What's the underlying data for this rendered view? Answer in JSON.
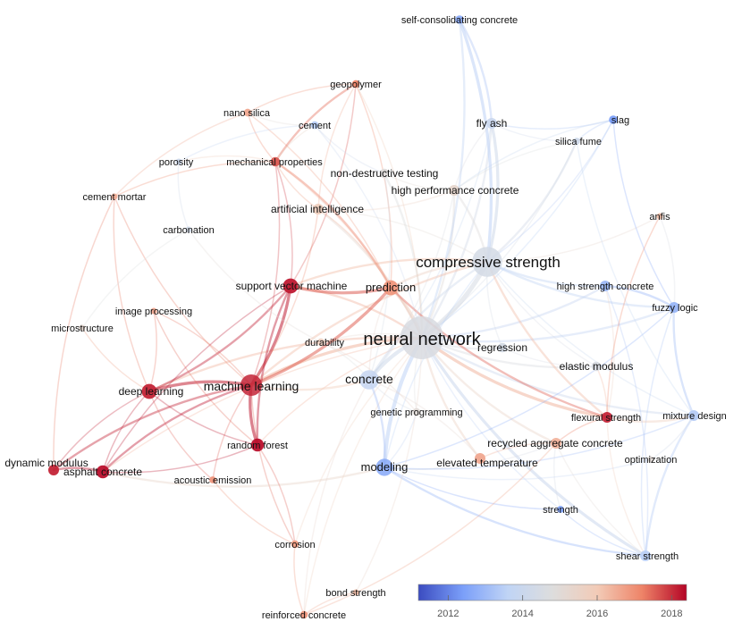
{
  "legend": {
    "ticks": [
      "2012",
      "2014",
      "2016",
      "2018"
    ],
    "tick_values": [
      2012,
      2014,
      2016,
      2018
    ],
    "range": [
      2011.2,
      2018.4
    ],
    "colors": [
      "#3b4cc0",
      "#7b9ff9",
      "#c0d4f5",
      "#dddddd",
      "#f2cbb7",
      "#ee8468",
      "#b40426"
    ]
  },
  "nodes": [
    {
      "id": "neural-network",
      "label": "neural network",
      "weight": 10,
      "year": 2014.6
    },
    {
      "id": "compressive-strength",
      "label": "compressive strength",
      "weight": 7,
      "year": 2014.4
    },
    {
      "id": "machine-learning",
      "label": "machine learning",
      "weight": 5,
      "year": 2018.1
    },
    {
      "id": "concrete",
      "label": "concrete",
      "weight": 4.5,
      "year": 2013.8
    },
    {
      "id": "modeling",
      "label": "modeling",
      "weight": 4,
      "year": 2012.6
    },
    {
      "id": "deep-learning",
      "label": "deep learning",
      "weight": 3.5,
      "year": 2018.1
    },
    {
      "id": "support-vector-machine",
      "label": "support vector machine",
      "weight": 3.5,
      "year": 2018.2
    },
    {
      "id": "prediction",
      "label": "prediction",
      "weight": 3.5,
      "year": 2016.9
    },
    {
      "id": "random-forest",
      "label": "random forest",
      "weight": 3,
      "year": 2018.3
    },
    {
      "id": "asphalt-concrete",
      "label": "asphalt concrete",
      "weight": 3,
      "year": 2018.3
    },
    {
      "id": "dynamic-modulus",
      "label": "dynamic modulus",
      "weight": 2.5,
      "year": 2018.1
    },
    {
      "id": "flexural-strength",
      "label": "flexural strength",
      "weight": 2.5,
      "year": 2018.1
    },
    {
      "id": "high-performance-concrete",
      "label": "high performance concrete",
      "weight": 2.5,
      "year": 2015.3
    },
    {
      "id": "artificial-intelligence",
      "label": "artificial intelligence",
      "weight": 2.5,
      "year": 2015.8
    },
    {
      "id": "fly-ash",
      "label": "fly ash",
      "weight": 2.5,
      "year": 2014.0
    },
    {
      "id": "high-strength-concrete",
      "label": "high strength concrete",
      "weight": 2.5,
      "year": 2013.0
    },
    {
      "id": "fuzzy-logic",
      "label": "fuzzy logic",
      "weight": 2.5,
      "year": 2012.9
    },
    {
      "id": "mixture-design",
      "label": "mixture design",
      "weight": 2.5,
      "year": 2013.4
    },
    {
      "id": "shear-strength",
      "label": "shear strength",
      "weight": 2.5,
      "year": 2013.5
    },
    {
      "id": "recycled-aggregate-concrete",
      "label": "recycled aggregate concrete",
      "weight": 2.5,
      "year": 2016.4
    },
    {
      "id": "elevated-temperature",
      "label": "elevated temperature",
      "weight": 2.5,
      "year": 2016.6
    },
    {
      "id": "regression",
      "label": "regression",
      "weight": 2.2,
      "year": 2014.4
    },
    {
      "id": "elastic-modulus",
      "label": "elastic modulus",
      "weight": 2.2,
      "year": 2014.6
    },
    {
      "id": "non-destructive-testing",
      "label": "non-destructive testing",
      "weight": 2.2,
      "year": 2014.9
    },
    {
      "id": "mechanical-properties",
      "label": "mechanical properties",
      "weight": 2.2,
      "year": 2017.6
    },
    {
      "id": "self-consolidating-concrete",
      "label": "self-consolidating concrete",
      "weight": 2,
      "year": 2012.7
    },
    {
      "id": "slag",
      "label": "slag",
      "weight": 2,
      "year": 2012.4
    },
    {
      "id": "silica-fume",
      "label": "silica fume",
      "weight": 1.6,
      "year": 2014.2
    },
    {
      "id": "cement",
      "label": "cement",
      "weight": 1.8,
      "year": 2013.4
    },
    {
      "id": "geopolymer",
      "label": "geopolymer",
      "weight": 1.8,
      "year": 2017.2
    },
    {
      "id": "nano-silica",
      "label": "nano silica",
      "weight": 1.8,
      "year": 2016.6
    },
    {
      "id": "durability",
      "label": "durability",
      "weight": 1.8,
      "year": 2015.7
    },
    {
      "id": "genetic-programming",
      "label": "genetic programming",
      "weight": 1.8,
      "year": 2015.0
    },
    {
      "id": "corrosion",
      "label": "corrosion",
      "weight": 1.8,
      "year": 2016.8
    },
    {
      "id": "acoustic-emission",
      "label": "acoustic emission",
      "weight": 1.6,
      "year": 2016.9
    },
    {
      "id": "strength",
      "label": "strength",
      "weight": 1.6,
      "year": 2012.5
    },
    {
      "id": "porosity",
      "label": "porosity",
      "weight": 1.4,
      "year": 2014.1
    },
    {
      "id": "cement-mortar",
      "label": "cement mortar",
      "weight": 1.4,
      "year": 2016.5
    },
    {
      "id": "carbonation",
      "label": "carbonation",
      "weight": 1.4,
      "year": 2014.3
    },
    {
      "id": "image-processing",
      "label": "image processing",
      "weight": 1.4,
      "year": 2016.6
    },
    {
      "id": "microstructure",
      "label": "microstructure",
      "weight": 1.2,
      "year": 2015.2
    },
    {
      "id": "anfis",
      "label": "anfis",
      "weight": 1.2,
      "year": 2016.2
    },
    {
      "id": "optimization",
      "label": "optimization",
      "weight": 1.2,
      "year": 2015.0
    },
    {
      "id": "bond-strength",
      "label": "bond strength",
      "weight": 1.4,
      "year": 2016.2
    },
    {
      "id": "reinforced-concrete",
      "label": "reinforced concrete",
      "weight": 1.8,
      "year": 2016.9
    }
  ],
  "links": [
    [
      "neural-network",
      "compressive-strength",
      5
    ],
    [
      "neural-network",
      "concrete",
      4
    ],
    [
      "neural-network",
      "modeling",
      4
    ],
    [
      "neural-network",
      "machine-learning",
      3
    ],
    [
      "neural-network",
      "prediction",
      3
    ],
    [
      "neural-network",
      "high-performance-concrete",
      2
    ],
    [
      "neural-network",
      "fly-ash",
      2
    ],
    [
      "neural-network",
      "self-consolidating-concrete",
      2
    ],
    [
      "neural-network",
      "flexural-strength",
      3
    ],
    [
      "neural-network",
      "shear-strength",
      3
    ],
    [
      "neural-network",
      "fuzzy-logic",
      2
    ],
    [
      "neural-network",
      "regression",
      2
    ],
    [
      "neural-network",
      "elastic-modulus",
      2
    ],
    [
      "neural-network",
      "high-strength-concrete",
      2
    ],
    [
      "neural-network",
      "support-vector-machine",
      2
    ],
    [
      "neural-network",
      "deep-learning",
      2
    ],
    [
      "neural-network",
      "artificial-intelligence",
      2
    ],
    [
      "neural-network",
      "non-destructive-testing",
      2
    ],
    [
      "neural-network",
      "durability",
      1
    ],
    [
      "neural-network",
      "genetic-programming",
      1
    ],
    [
      "neural-network",
      "recycled-aggregate-concrete",
      2
    ],
    [
      "neural-network",
      "elevated-temperature",
      2
    ],
    [
      "neural-network",
      "mixture-design",
      2
    ],
    [
      "neural-network",
      "strength",
      1
    ],
    [
      "neural-network",
      "silica-fume",
      1
    ],
    [
      "neural-network",
      "slag",
      1
    ],
    [
      "neural-network",
      "cement",
      1
    ],
    [
      "neural-network",
      "mechanical-properties",
      1
    ],
    [
      "neural-network",
      "geopolymer",
      1
    ],
    [
      "neural-network",
      "random-forest",
      1
    ],
    [
      "neural-network",
      "asphalt-concrete",
      1
    ],
    [
      "neural-network",
      "corrosion",
      1
    ],
    [
      "neural-network",
      "reinforced-concrete",
      1
    ],
    [
      "compressive-strength",
      "fly-ash",
      3
    ],
    [
      "compressive-strength",
      "self-consolidating-concrete",
      3
    ],
    [
      "compressive-strength",
      "high-performance-concrete",
      2
    ],
    [
      "compressive-strength",
      "concrete",
      2
    ],
    [
      "compressive-strength",
      "prediction",
      2
    ],
    [
      "compressive-strength",
      "support-vector-machine",
      2
    ],
    [
      "compressive-strength",
      "silica-fume",
      2
    ],
    [
      "compressive-strength",
      "slag",
      1
    ],
    [
      "compressive-strength",
      "flexural-strength",
      2
    ],
    [
      "compressive-strength",
      "fuzzy-logic",
      2
    ],
    [
      "compressive-strength",
      "high-strength-concrete",
      2
    ],
    [
      "compressive-strength",
      "machine-learning",
      2
    ],
    [
      "compressive-strength",
      "mixture-design",
      1
    ],
    [
      "compressive-strength",
      "elastic-modulus",
      1
    ],
    [
      "compressive-strength",
      "artificial-intelligence",
      1
    ],
    [
      "compressive-strength",
      "anfis",
      1
    ],
    [
      "compressive-strength",
      "regression",
      1
    ],
    [
      "compressive-strength",
      "modeling",
      1
    ],
    [
      "machine-learning",
      "deep-learning",
      3
    ],
    [
      "machine-learning",
      "support-vector-machine",
      3
    ],
    [
      "machine-learning",
      "random-forest",
      3
    ],
    [
      "machine-learning",
      "asphalt-concrete",
      2
    ],
    [
      "machine-learning",
      "dynamic-modulus",
      2
    ],
    [
      "machine-learning",
      "prediction",
      3
    ],
    [
      "machine-learning",
      "acoustic-emission",
      1
    ],
    [
      "machine-learning",
      "concrete",
      2
    ],
    [
      "machine-learning",
      "mechanical-properties",
      1
    ],
    [
      "machine-learning",
      "image-processing",
      1
    ],
    [
      "machine-learning",
      "corrosion",
      1
    ],
    [
      "machine-learning",
      "artificial-intelligence",
      1
    ],
    [
      "deep-learning",
      "support-vector-machine",
      2
    ],
    [
      "deep-learning",
      "asphalt-concrete",
      1
    ],
    [
      "deep-learning",
      "image-processing",
      1
    ],
    [
      "deep-learning",
      "dynamic-modulus",
      1
    ],
    [
      "deep-learning",
      "random-forest",
      1
    ],
    [
      "deep-learning",
      "acoustic-emission",
      1
    ],
    [
      "support-vector-machine",
      "prediction",
      3
    ],
    [
      "support-vector-machine",
      "random-forest",
      2
    ],
    [
      "support-vector-machine",
      "mechanical-properties",
      1
    ],
    [
      "support-vector-machine",
      "asphalt-concrete",
      1
    ],
    [
      "support-vector-machine",
      "geopolymer",
      1
    ],
    [
      "prediction",
      "mechanical-properties",
      2
    ],
    [
      "prediction",
      "artificial-intelligence",
      1
    ],
    [
      "prediction",
      "nano-silica",
      1
    ],
    [
      "prediction",
      "geopolymer",
      1
    ],
    [
      "prediction",
      "flexural-strength",
      2
    ],
    [
      "prediction",
      "concrete",
      1
    ],
    [
      "asphalt-concrete",
      "dynamic-modulus",
      2
    ],
    [
      "asphalt-concrete",
      "modeling",
      2
    ],
    [
      "asphalt-concrete",
      "random-forest",
      1
    ],
    [
      "modeling",
      "concrete",
      2
    ],
    [
      "modeling",
      "shear-strength",
      2
    ],
    [
      "modeling",
      "strength",
      1
    ],
    [
      "modeling",
      "fuzzy-logic",
      1
    ],
    [
      "modeling",
      "genetic-programming",
      1
    ],
    [
      "modeling",
      "elevated-temperature",
      1
    ],
    [
      "modeling",
      "recycled-aggregate-concrete",
      1
    ],
    [
      "modeling",
      "mixture-design",
      1
    ],
    [
      "modeling",
      "optimization",
      1
    ],
    [
      "concrete",
      "durability",
      1
    ],
    [
      "concrete",
      "genetic-programming",
      1
    ],
    [
      "concrete",
      "high-performance-concrete",
      1
    ],
    [
      "concrete",
      "fly-ash",
      1
    ],
    [
      "concrete",
      "reinforced-concrete",
      1
    ],
    [
      "concrete",
      "non-destructive-testing",
      1
    ],
    [
      "fly-ash",
      "self-consolidating-concrete",
      2
    ],
    [
      "fly-ash",
      "slag",
      1
    ],
    [
      "fly-ash",
      "silica-fume",
      1
    ],
    [
      "fly-ash",
      "high-performance-concrete",
      1
    ],
    [
      "slag",
      "silica-fume",
      1
    ],
    [
      "slag",
      "fuzzy-logic",
      1
    ],
    [
      "slag",
      "high-performance-concrete",
      1
    ],
    [
      "silica-fume",
      "high-performance-concrete",
      1
    ],
    [
      "silica-fume",
      "mixture-design",
      1
    ],
    [
      "fuzzy-logic",
      "mixture-design",
      2
    ],
    [
      "fuzzy-logic",
      "high-strength-concrete",
      2
    ],
    [
      "fuzzy-logic",
      "shear-strength",
      1
    ],
    [
      "fuzzy-logic",
      "anfis",
      1
    ],
    [
      "flexural-strength",
      "recycled-aggregate-concrete",
      1
    ],
    [
      "flexural-strength",
      "mixture-design",
      2
    ],
    [
      "flexural-strength",
      "shear-strength",
      1
    ],
    [
      "flexural-strength",
      "elastic-modulus",
      1
    ],
    [
      "flexural-strength",
      "high-strength-concrete",
      1
    ],
    [
      "recycled-aggregate-concrete",
      "elevated-temperature",
      1
    ],
    [
      "recycled-aggregate-concrete",
      "strength",
      1
    ],
    [
      "recycled-aggregate-concrete",
      "shear-strength",
      1
    ],
    [
      "mixture-design",
      "shear-strength",
      2
    ],
    [
      "strength",
      "shear-strength",
      1
    ],
    [
      "optimization",
      "mixture-design",
      1
    ],
    [
      "geopolymer",
      "mechanical-properties",
      2
    ],
    [
      "geopolymer",
      "nano-silica",
      1
    ],
    [
      "geopolymer",
      "artificial-intelligence",
      1
    ],
    [
      "nano-silica",
      "mechanical-properties",
      1
    ],
    [
      "nano-silica",
      "cement",
      1
    ],
    [
      "nano-silica",
      "cement-mortar",
      1
    ],
    [
      "cement",
      "mechanical-properties",
      1
    ],
    [
      "cement",
      "non-destructive-testing",
      1
    ],
    [
      "cement",
      "porosity",
      1
    ],
    [
      "mechanical-properties",
      "cement-mortar",
      1
    ],
    [
      "mechanical-properties",
      "artificial-intelligence",
      1
    ],
    [
      "mechanical-properties",
      "porosity",
      1
    ],
    [
      "cement-mortar",
      "deep-learning",
      1
    ],
    [
      "cement-mortar",
      "machine-learning",
      1
    ],
    [
      "cement-mortar",
      "dynamic-modulus",
      1
    ],
    [
      "porosity",
      "carbonation",
      1
    ],
    [
      "carbonation",
      "durability",
      1
    ],
    [
      "carbonation",
      "microstructure",
      1
    ],
    [
      "microstructure",
      "deep-learning",
      1
    ],
    [
      "image-processing",
      "random-forest",
      1
    ],
    [
      "acoustic-emission",
      "corrosion",
      1
    ],
    [
      "corrosion",
      "reinforced-concrete",
      1
    ],
    [
      "corrosion",
      "random-forest",
      1
    ],
    [
      "bond-strength",
      "reinforced-concrete",
      1
    ],
    [
      "bond-strength",
      "neural-network",
      1
    ],
    [
      "reinforced-concrete",
      "recycled-aggregate-concrete",
      1
    ],
    [
      "elevated-temperature",
      "concrete",
      1
    ],
    [
      "genetic-programming",
      "durability",
      1
    ],
    [
      "regression",
      "elastic-modulus",
      1
    ],
    [
      "non-destructive-testing",
      "high-performance-concrete",
      1
    ],
    [
      "artificial-intelligence",
      "high-performance-concrete",
      1
    ],
    [
      "shear-strength",
      "high-strength-concrete",
      1
    ],
    [
      "anfis",
      "flexural-strength",
      1
    ]
  ]
}
